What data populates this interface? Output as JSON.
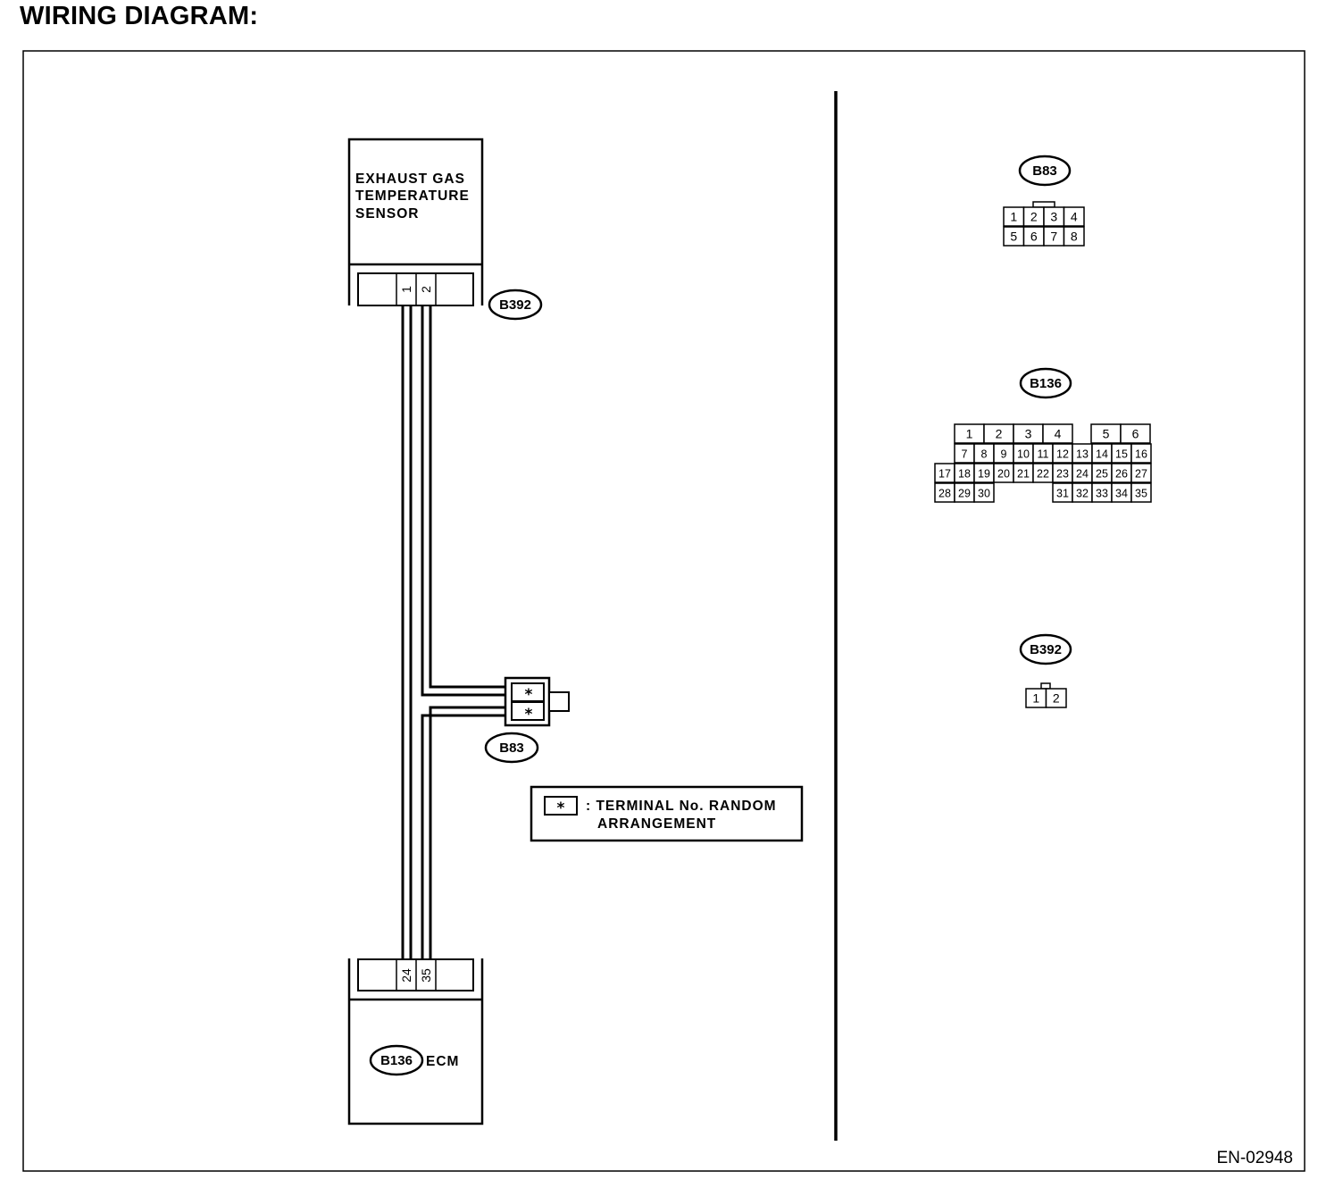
{
  "heading": "WIRING DIAGRAM:",
  "sensor": {
    "label_lines": [
      "EXHAUST GAS",
      "TEMPERATURE",
      "SENSOR"
    ],
    "connector_id": "B392",
    "pins": [
      "1",
      "2"
    ]
  },
  "junction": {
    "connector_id": "B83",
    "pin_marks": [
      "*",
      "*"
    ]
  },
  "ecm": {
    "connector_id": "B136",
    "label": "ECM",
    "pins": [
      "24",
      "35"
    ]
  },
  "legend": {
    "symbol": "*",
    "text_lines": [
      ": TERMINAL No. RANDOM",
      "ARRANGEMENT"
    ]
  },
  "connector_views": {
    "b83": {
      "id": "B83",
      "row1": [
        "1",
        "2",
        "3",
        "4"
      ],
      "row2": [
        "5",
        "6",
        "7",
        "8"
      ]
    },
    "b136": {
      "id": "B136",
      "row1": [
        "1",
        "2",
        "3",
        "4",
        "5",
        "6"
      ],
      "row2": [
        "7",
        "8",
        "9",
        "10",
        "11",
        "12",
        "13",
        "14",
        "15",
        "16"
      ],
      "row3": [
        "17",
        "18",
        "19",
        "20",
        "21",
        "22",
        "23",
        "24",
        "25",
        "26",
        "27"
      ],
      "row4a": [
        "28",
        "29",
        "30"
      ],
      "row4b": [
        "31",
        "32",
        "33",
        "34",
        "35"
      ]
    },
    "b392": {
      "id": "B392",
      "pins": [
        "1",
        "2"
      ]
    }
  },
  "figure_ref": "EN-02948"
}
